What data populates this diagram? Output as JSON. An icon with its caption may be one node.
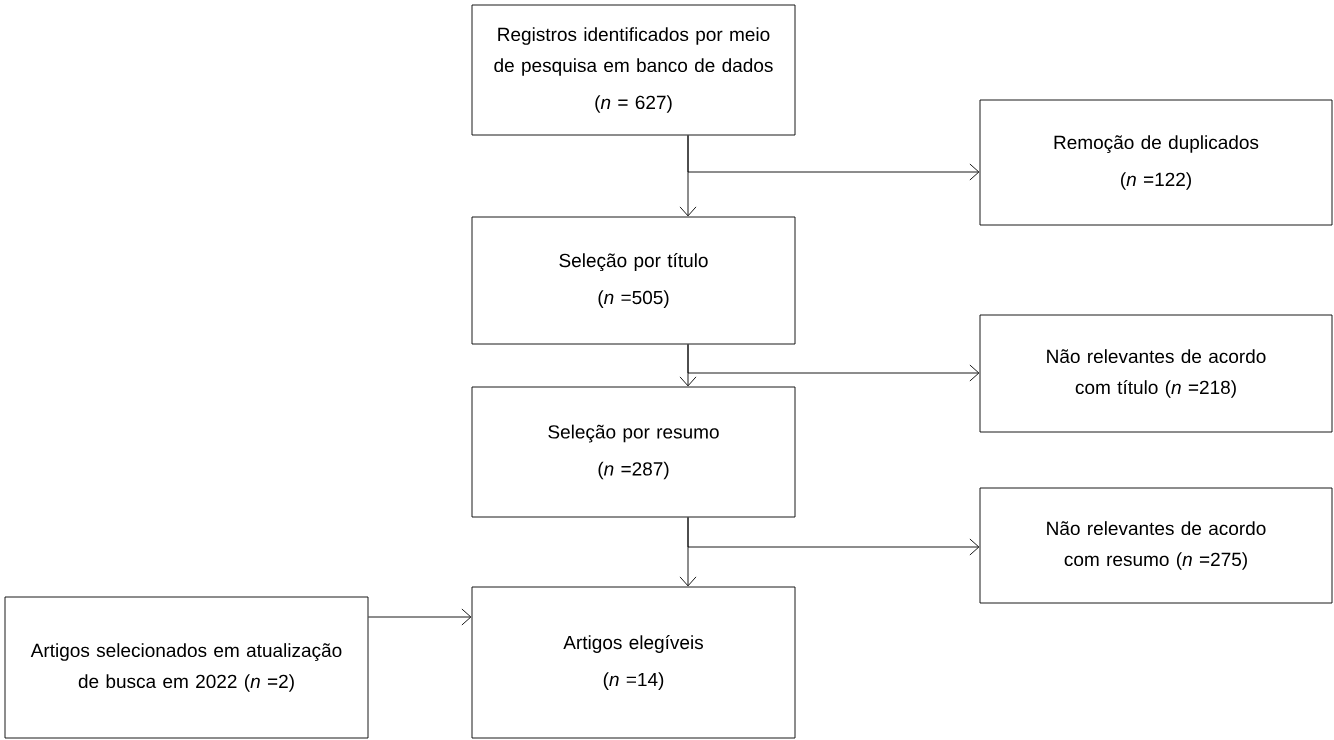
{
  "diagram": {
    "nodes": [
      {
        "text": [
          "Registros identificados por meio de pesquisa em banco de dados",
          "(*n* = 627)"
        ]
      },
      {
        "text": [
          "Remoção de duplicados",
          "(*n* =122)"
        ]
      },
      {
        "text": [
          "Seleção por título",
          "(*n* =505)"
        ]
      },
      {
        "text": [
          "Não relevantes de acordo com título (*n* =218)"
        ]
      },
      {
        "text": [
          "Seleção por resumo",
          "(*n* =287)"
        ]
      },
      {
        "text": [
          "Não relevantes de acordo com resumo (*n* =275)"
        ]
      },
      {
        "text": [
          "Artigos selecionados em atualização de busca em 2022 (*n* =2)"
        ]
      },
      {
        "text": [
          "Artigos elegíveis",
          "(*n* =14)"
        ]
      }
    ],
    "edges": [
      {
        "from": 0,
        "to": 2,
        "arrow": "to"
      },
      {
        "from": 0,
        "to": 1,
        "arrow": "to"
      },
      {
        "from": 2,
        "to": 4,
        "arrow": "to"
      },
      {
        "from": 2,
        "to": 3,
        "arrow": "to"
      },
      {
        "from": 4,
        "to": 7,
        "arrow": "to"
      },
      {
        "from": 4,
        "to": 5,
        "arrow": "to"
      },
      {
        "from": 6,
        "to": 7,
        "arrow": "to"
      }
    ]
  }
}
